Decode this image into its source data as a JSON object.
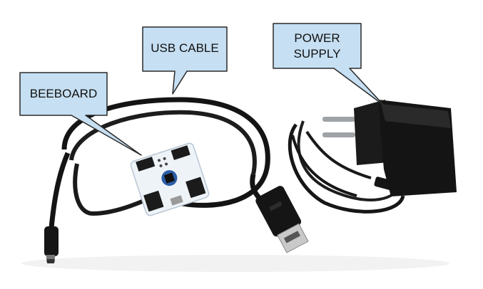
{
  "callouts": {
    "usb_cable": "USB CABLE",
    "beeboard": "BEEBOARD",
    "power_supply_line1": "POWER",
    "power_supply_line2": "SUPPLY"
  },
  "colors": {
    "callout_fill": "#c6dff2",
    "callout_border": "#2a2a2a",
    "cable": "#141414",
    "board": "#eef3f8"
  }
}
